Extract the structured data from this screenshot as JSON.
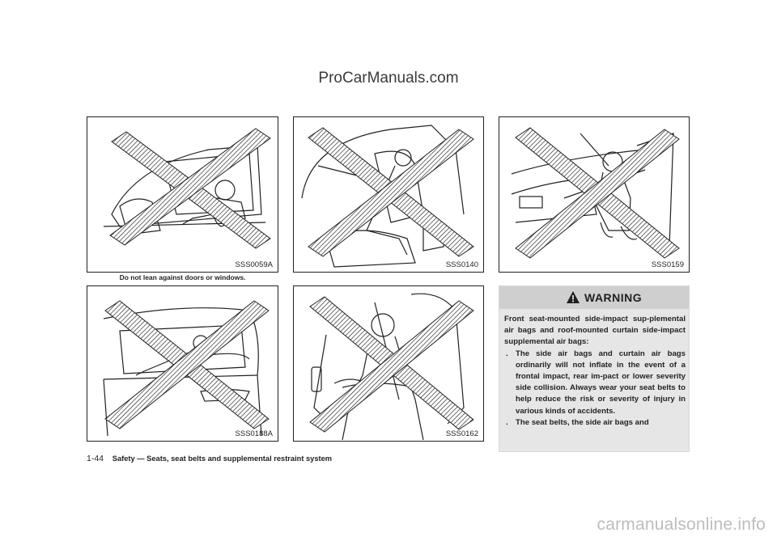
{
  "watermark": {
    "top": "ProCarManuals.com",
    "bottom": "carmanualsonline.info"
  },
  "figures": [
    {
      "code": "SSS0059A",
      "caption": "Do not lean against doors or windows."
    },
    {
      "code": "SSS0140"
    },
    {
      "code": "SSS0159"
    },
    {
      "code": "SSS0188A"
    },
    {
      "code": "SSS0162"
    }
  ],
  "warning": {
    "title": "WARNING",
    "intro": "Front seat-mounted side-impact sup-plemental air bags and roof-mounted curtain side-impact supplemental air bags:",
    "bullet_mark": ".",
    "bullets": [
      "The side air bags and curtain air bags ordinarily will not inflate in the event of a frontal impact, rear im-pact or lower severity side collision. Always wear your seat belts to help reduce the risk or severity of injury in various kinds of accidents.",
      "The seat belts, the side air bags and"
    ]
  },
  "footer": {
    "page": "1-44",
    "section": "Safety — Seats, seat belts and supplemental restraint system"
  }
}
